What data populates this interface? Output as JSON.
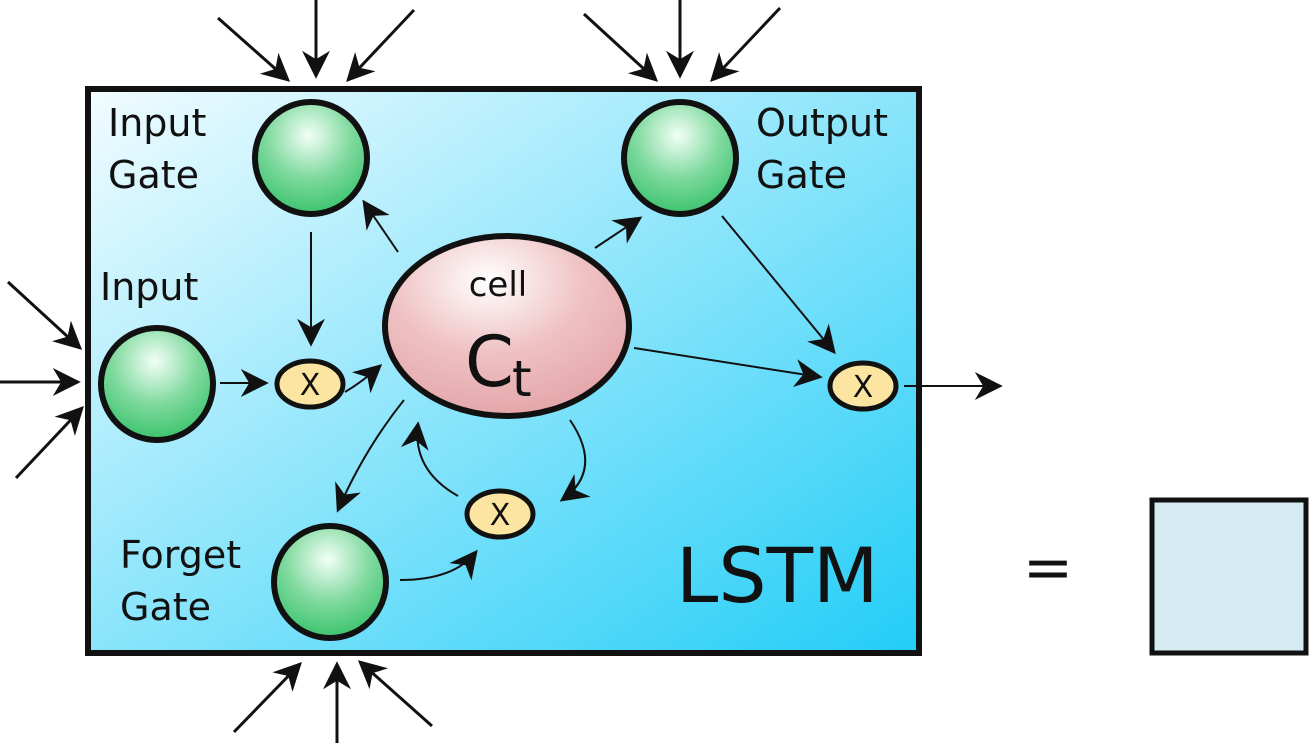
{
  "labels": {
    "input_gate_line1": "Input",
    "input_gate_line2": "Gate",
    "output_gate_line1": "Output",
    "output_gate_line2": "Gate",
    "input": "Input",
    "forget_gate_line1": "Forget",
    "forget_gate_line2": "Gate",
    "cell": "cell",
    "cell_symbol": "C",
    "cell_subscript": "t",
    "block_name": "LSTM",
    "equals": "="
  },
  "multipliers": {
    "input_mult": "X",
    "output_mult": "X",
    "forget_mult": "X"
  },
  "colors": {
    "lstm_box_light": "#f2fcff",
    "lstm_box_dark": "#22cdf7",
    "gate_green_light": "#e8fff0",
    "gate_green_dark": "#3cc46e",
    "cell_pink_light": "#ffffff",
    "cell_pink_dark": "#e3a3a6",
    "multiplier_fill": "#fbe5a0",
    "equivalent_box": "#d4ebf2",
    "stroke": "#111111"
  }
}
